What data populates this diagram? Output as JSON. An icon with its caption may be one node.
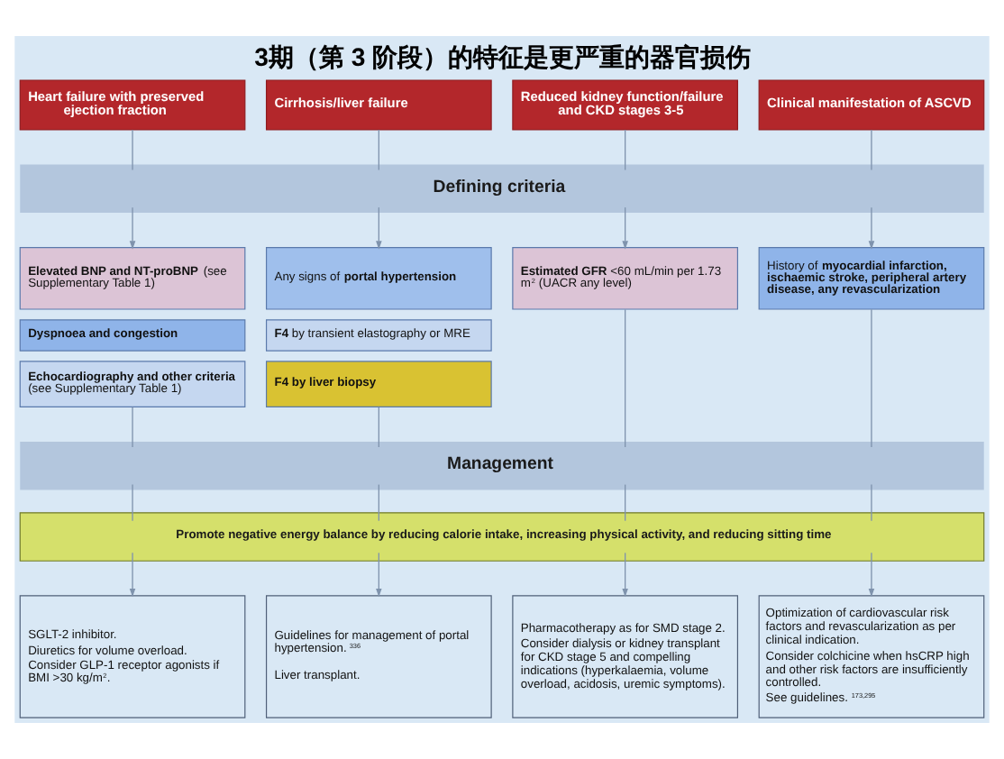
{
  "diagram": {
    "title": "3期（第 3 阶段）的特征是更严重的器官损伤",
    "nodes": [
      {
        "text": [
          "Heart failure with preserved ejection fraction"
        ]
      },
      {
        "text": [
          "Cirrhosis/liver failure"
        ]
      },
      {
        "text": [
          "Reduced kidney function/failure and CKD stages 3-5"
        ]
      },
      {
        "text": [
          "Clinical manifestation of ASCVD"
        ]
      },
      {
        "text": [
          "Defining criteria"
        ]
      },
      {
        "text": [
          "**Elevated BNP and NT-proBNP** (see Supplementary Table 1)"
        ]
      },
      {
        "text": [
          "Dyspnoea and congestion"
        ]
      },
      {
        "text": [
          "**Echocardiography and other criteria** (see Supplementary Table 1)"
        ]
      },
      {
        "text": [
          "Any signs of **portal hypertension**"
        ]
      },
      {
        "text": [
          "**F4** by transient elastography or MRE"
        ]
      },
      {
        "text": [
          "F4 by liver biopsy"
        ]
      },
      {
        "text": [
          "**Estimated GFR** <60 mL/min per 1.73 m$^{2}$ (UACR any level)"
        ]
      },
      {
        "text": [
          "History of **myocardial infarction, ischaemic stroke, peripheral artery disease, any revascularization**"
        ]
      },
      {
        "text": [
          "Management"
        ]
      },
      {
        "text": [
          "Promote negative energy balance by reducing calorie intake, increasing physical activity, and reducing sitting time"
        ]
      },
      {
        "text": [
          "SGLT-2 inhibitor.",
          "Diuretics for volume overload.",
          "Consider GLP-1 receptor agonists if BMI >30 kg/m$^{2}$."
        ]
      },
      {
        "text": [
          "Guidelines for management of portal hypertension.$^{336}$",
          "Liver transplant."
        ]
      },
      {
        "text": [
          "Pharmacotherapy as for SMD stage 2.",
          "Consider dialysis or kidney transplant for CKD stage 5 and compelling indications (hyperkalaemia, volume overload, acidosis, uremic symptoms)."
        ]
      },
      {
        "text": [
          "Optimization of cardiovascular risk factors and revascularization as per clinical indication.",
          "Consider colchicine when hsCRP high and other risk factors are insufficiently controlled.",
          "See guidelines.$^{173,295}$"
        ]
      }
    ],
    "edges": [
      {
        "from": 0,
        "to": 4,
        "arrow": "none"
      },
      {
        "from": 1,
        "to": 4,
        "arrow": "none"
      },
      {
        "from": 2,
        "to": 4,
        "arrow": "none"
      },
      {
        "from": 3,
        "to": 4,
        "arrow": "none"
      },
      {
        "from": 4,
        "to": 5,
        "arrow": "to"
      },
      {
        "from": 4,
        "to": 8,
        "arrow": "to"
      },
      {
        "from": 4,
        "to": 11,
        "arrow": "to"
      },
      {
        "from": 4,
        "to": 12,
        "arrow": "to"
      },
      {
        "from": 7,
        "to": 13,
        "arrow": "none"
      },
      {
        "from": 10,
        "to": 13,
        "arrow": "none"
      },
      {
        "from": 11,
        "to": 13,
        "arrow": "none"
      },
      {
        "from": 12,
        "to": 13,
        "arrow": "none"
      },
      {
        "from": 13,
        "to": 14,
        "arrow": "none"
      },
      {
        "from": 13,
        "to": 14,
        "arrow": "none"
      },
      {
        "from": 13,
        "to": 14,
        "arrow": "none"
      },
      {
        "from": 13,
        "to": 14,
        "arrow": "none"
      },
      {
        "from": 14,
        "to": 15,
        "arrow": "to"
      },
      {
        "from": 14,
        "to": 16,
        "arrow": "to"
      },
      {
        "from": 14,
        "to": 17,
        "arrow": "to"
      },
      {
        "from": 14,
        "to": 18,
        "arrow": "to"
      }
    ]
  }
}
